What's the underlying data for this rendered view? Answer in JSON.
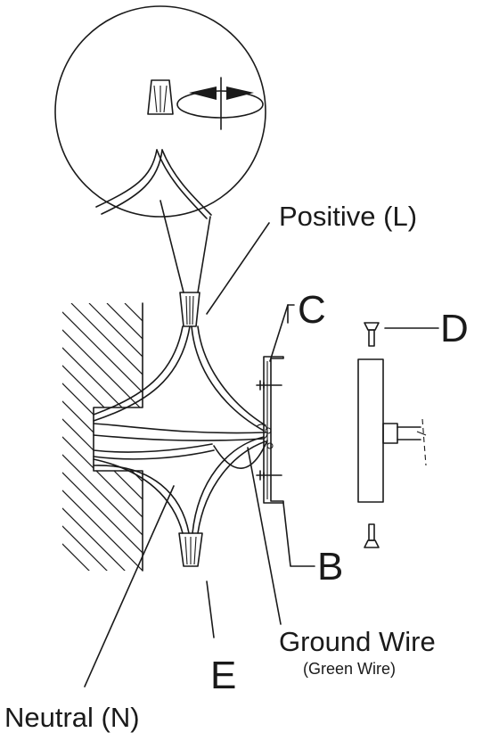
{
  "labels": {
    "positive": "Positive (L)",
    "c": "C",
    "d": "D",
    "b": "B",
    "e": "E",
    "ground": "Ground Wire",
    "ground_sub": "(Green Wire)",
    "neutral": "Neutral (N)"
  },
  "colors": {
    "line": "#1a1a1a",
    "background": "#ffffff"
  }
}
